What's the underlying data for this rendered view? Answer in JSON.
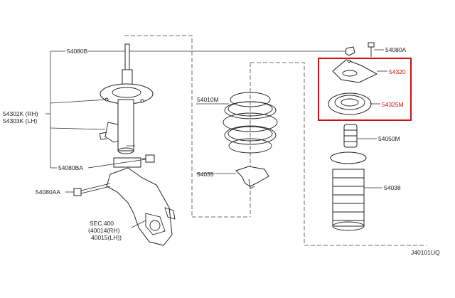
{
  "labels": {
    "p54080b": "54080B",
    "p54302k": "54302K (RH)",
    "p54303k": "54303K (LH)",
    "p54080ba": "54080BA",
    "p54080aa": "54080AA",
    "sec": "SEC.400",
    "p40014": "(40014(RH)",
    "p40015": "40015(LH))",
    "p54010m": "54010M",
    "p54035": "54035",
    "p54080a": "54080A",
    "p54320": "54320",
    "p54325m": "54325M",
    "p54050m": "54050M",
    "p54038": "54038",
    "diagram_id": "J40101UQ"
  },
  "colors": {
    "highlight": "#cc1111",
    "line": "#333333"
  }
}
